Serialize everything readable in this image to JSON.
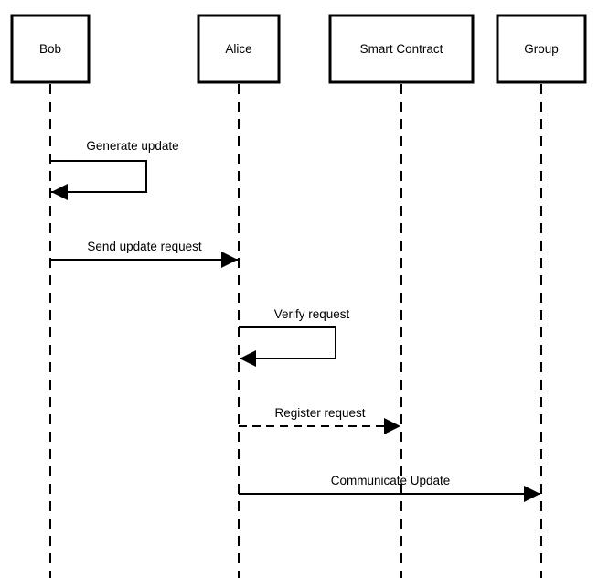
{
  "colors": {
    "stroke": "#000000",
    "background": "#ffffff"
  },
  "actors": [
    {
      "id": "bob",
      "name": "Bob"
    },
    {
      "id": "alice",
      "name": "Alice"
    },
    {
      "id": "smart-contract",
      "name": "Smart Contract"
    },
    {
      "id": "group",
      "name": "Group"
    }
  ],
  "messages": [
    {
      "from": "bob",
      "to": "bob",
      "label": "Generate update",
      "style": "solid",
      "kind": "self"
    },
    {
      "from": "bob",
      "to": "alice",
      "label": "Send update request",
      "style": "solid",
      "kind": "call"
    },
    {
      "from": "alice",
      "to": "alice",
      "label": "Verify request",
      "style": "solid",
      "kind": "self"
    },
    {
      "from": "alice",
      "to": "smart-contract",
      "label": "Register request",
      "style": "dashed",
      "kind": "call"
    },
    {
      "from": "alice",
      "to": "group",
      "label": "Communicate Update",
      "style": "solid",
      "kind": "call"
    }
  ]
}
